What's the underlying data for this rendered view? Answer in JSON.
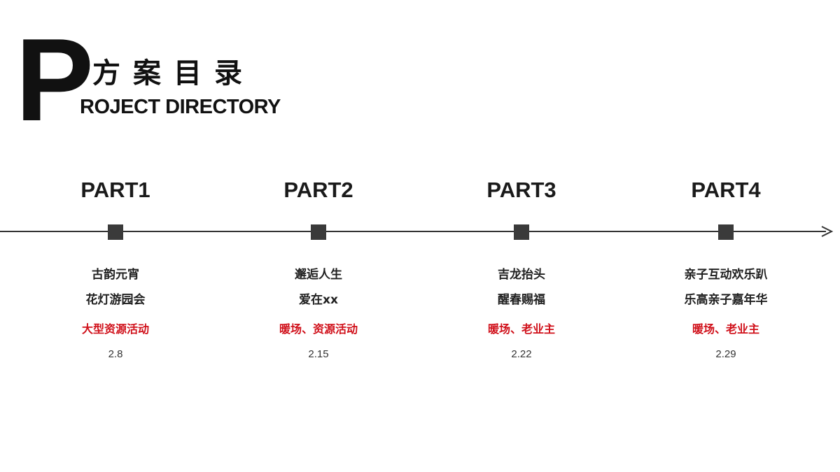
{
  "header": {
    "big_letter": "P",
    "title_cn": "方案目录",
    "title_en": "ROJECT DIRECTORY"
  },
  "parts": [
    {
      "label": "PART1",
      "line1": "古韵元宵",
      "line2": "花灯游园会",
      "tag": "大型资源活动",
      "date": "2.8"
    },
    {
      "label": "PART2",
      "line1": "邂逅人生",
      "line2": "爱在xx",
      "tag": "暖场、资源活动",
      "date": "2.15"
    },
    {
      "label": "PART3",
      "line1": "吉龙抬头",
      "line2": "醒春赐福",
      "tag": "暖场、老业主",
      "date": "2.22"
    },
    {
      "label": "PART4",
      "line1": "亲子互动欢乐趴",
      "line2": "乐高亲子嘉年华",
      "tag": "暖场、老业主",
      "date": "2.29"
    }
  ],
  "colors": {
    "accent": "#d0101a",
    "marker": "#3a3a3a",
    "line": "#333333"
  }
}
